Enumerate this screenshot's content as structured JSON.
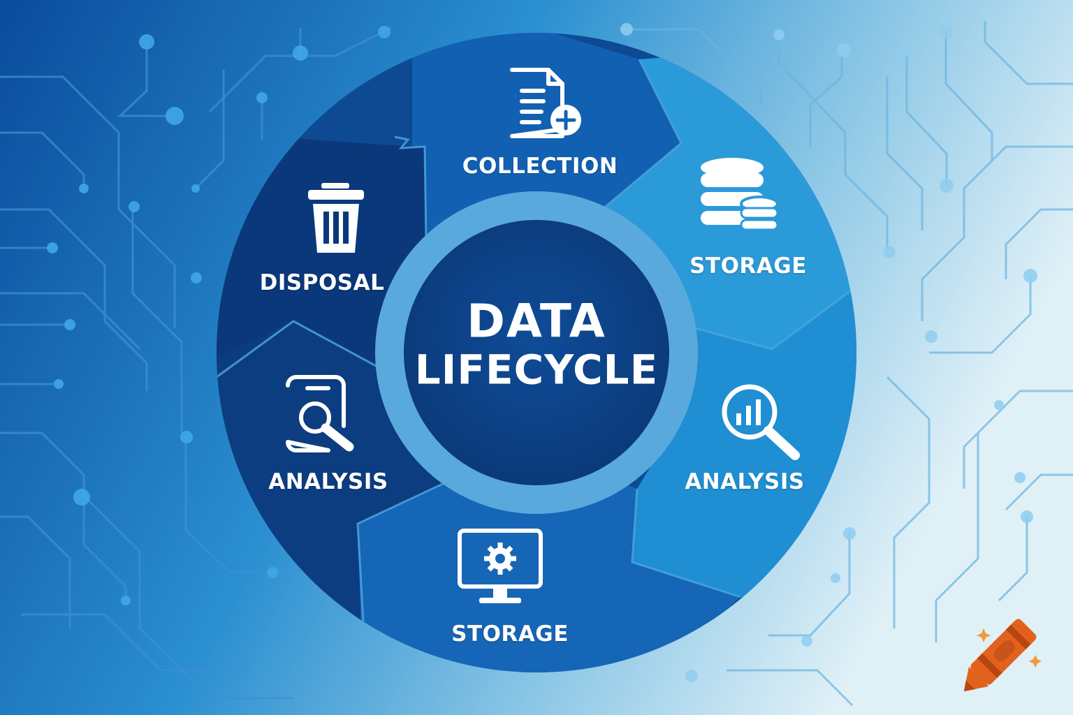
{
  "diagram": {
    "center": {
      "line1": "DATA",
      "line2": "LIFECYCLE"
    },
    "stages": [
      {
        "label": "COLLECTION",
        "icon": "document-add-icon"
      },
      {
        "label": "STORAGE",
        "icon": "database-icon"
      },
      {
        "label": "ANALYSIS",
        "icon": "chart-magnifier-icon"
      },
      {
        "label": "STORAGE",
        "icon": "monitor-gear-icon"
      },
      {
        "label": "ANALYSIS",
        "icon": "document-search-icon"
      },
      {
        "label": "DISPOSAL",
        "icon": "trash-icon"
      }
    ]
  },
  "colors": {
    "background_dark": "#0b4fa0",
    "background_light": "#d9edf6",
    "circle_navy": "#0d3f86",
    "segment_dark": "#0b3a7c",
    "segment_mid": "#1567b8",
    "segment_light": "#2a9ad8",
    "ring": "#5aa9dd",
    "crayon": "#e2621d"
  },
  "logo": {
    "icon": "crayon-icon"
  }
}
